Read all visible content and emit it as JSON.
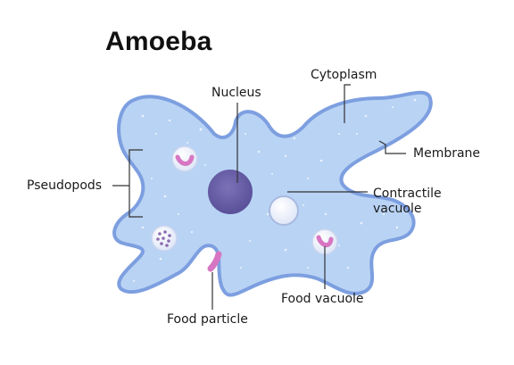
{
  "title": "Amoeba",
  "labels": {
    "nucleus": "Nucleus",
    "cytoplasm": "Cytoplasm",
    "membrane": "Membrane",
    "pseudopods": "Pseudopods",
    "contractile_vacuole_line1": "Contractile",
    "contractile_vacuole_line2": "vacuole",
    "food_vacuole": "Food vacuole",
    "food_particle": "Food particle"
  },
  "colors": {
    "cell_fill": "#b9d3f4",
    "membrane": "#7d9fe0",
    "nucleus": "#675da6",
    "vacuole": "#f3f0fa",
    "food_pink": "#d776c2",
    "food_dots": "#8c6bb0",
    "leader_line": "#333333"
  }
}
